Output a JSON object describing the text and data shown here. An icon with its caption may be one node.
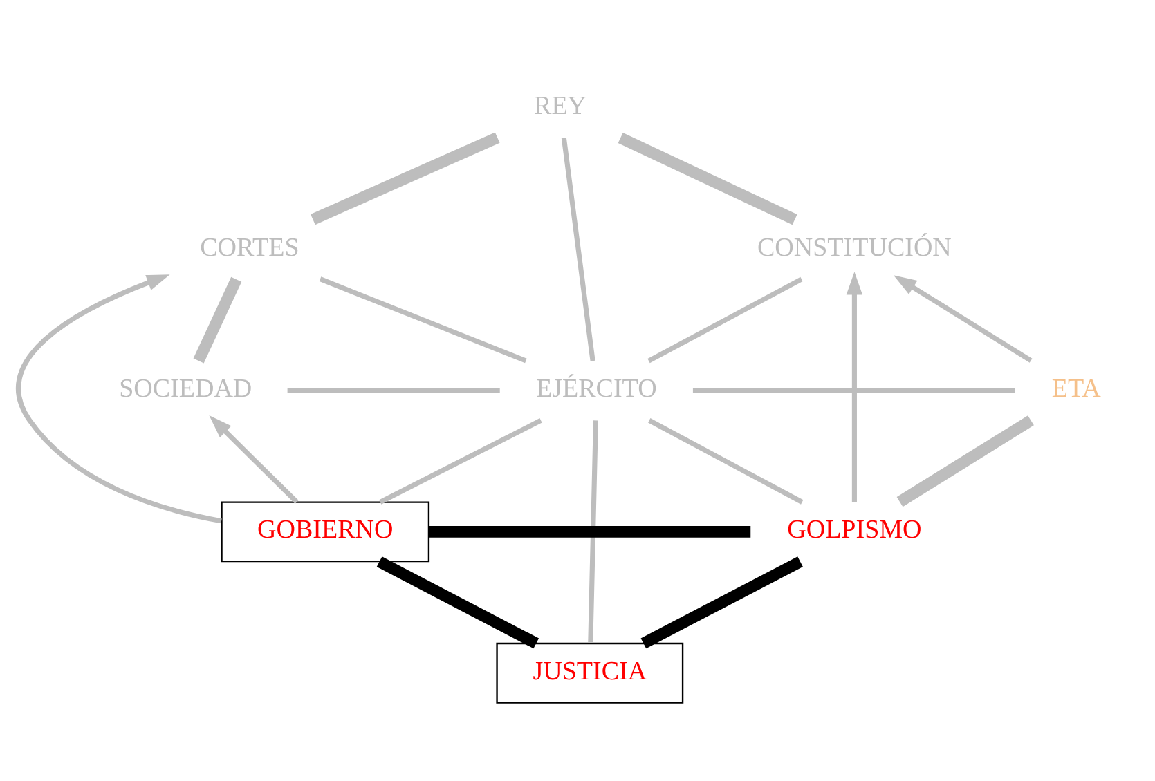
{
  "diagram": {
    "nodes": [
      {
        "text": [
          "REY"
        ]
      },
      {
        "text": [
          "CORTES"
        ]
      },
      {
        "text": [
          "CONSTITUCIÓN"
        ]
      },
      {
        "text": [
          "SOCIEDAD"
        ]
      },
      {
        "text": [
          "EJÉRCITO"
        ]
      },
      {
        "text": [
          "ETA"
        ]
      },
      {
        "text": [
          "GOBIERNO"
        ]
      },
      {
        "text": [
          "GOLPISMO"
        ]
      },
      {
        "text": [
          "JUSTICIA"
        ]
      }
    ],
    "edges": [
      {
        "from": 0,
        "to": 1,
        "arrow": "none",
        "style": "thick"
      },
      {
        "from": 0,
        "to": 2,
        "arrow": "none",
        "style": "thick"
      },
      {
        "from": 0,
        "to": 4,
        "arrow": "none"
      },
      {
        "from": 1,
        "to": 3,
        "arrow": "none",
        "style": "thick"
      },
      {
        "from": 1,
        "to": 4,
        "arrow": "none"
      },
      {
        "from": 2,
        "to": 4,
        "arrow": "none"
      },
      {
        "from": 3,
        "to": 4,
        "arrow": "none"
      },
      {
        "from": 4,
        "to": 5,
        "arrow": "none"
      },
      {
        "from": 5,
        "to": 2,
        "arrow": "to"
      },
      {
        "from": 5,
        "to": 7,
        "arrow": "none",
        "style": "thick"
      },
      {
        "from": 6,
        "to": 3,
        "arrow": "to"
      },
      {
        "from": 6,
        "to": 1,
        "arrow": "to"
      },
      {
        "from": 6,
        "to": 4,
        "arrow": "none"
      },
      {
        "from": 7,
        "to": 2,
        "arrow": "to"
      },
      {
        "from": 7,
        "to": 4,
        "arrow": "none"
      },
      {
        "from": 4,
        "to": 8,
        "arrow": "none"
      },
      {
        "from": 6,
        "to": 7,
        "arrow": "none",
        "style": "thick",
        "color": "#000000"
      },
      {
        "from": 6,
        "to": 8,
        "arrow": "none",
        "style": "thick",
        "color": "#000000"
      },
      {
        "from": 7,
        "to": 8,
        "arrow": "none",
        "style": "thick",
        "color": "#000000"
      }
    ]
  }
}
